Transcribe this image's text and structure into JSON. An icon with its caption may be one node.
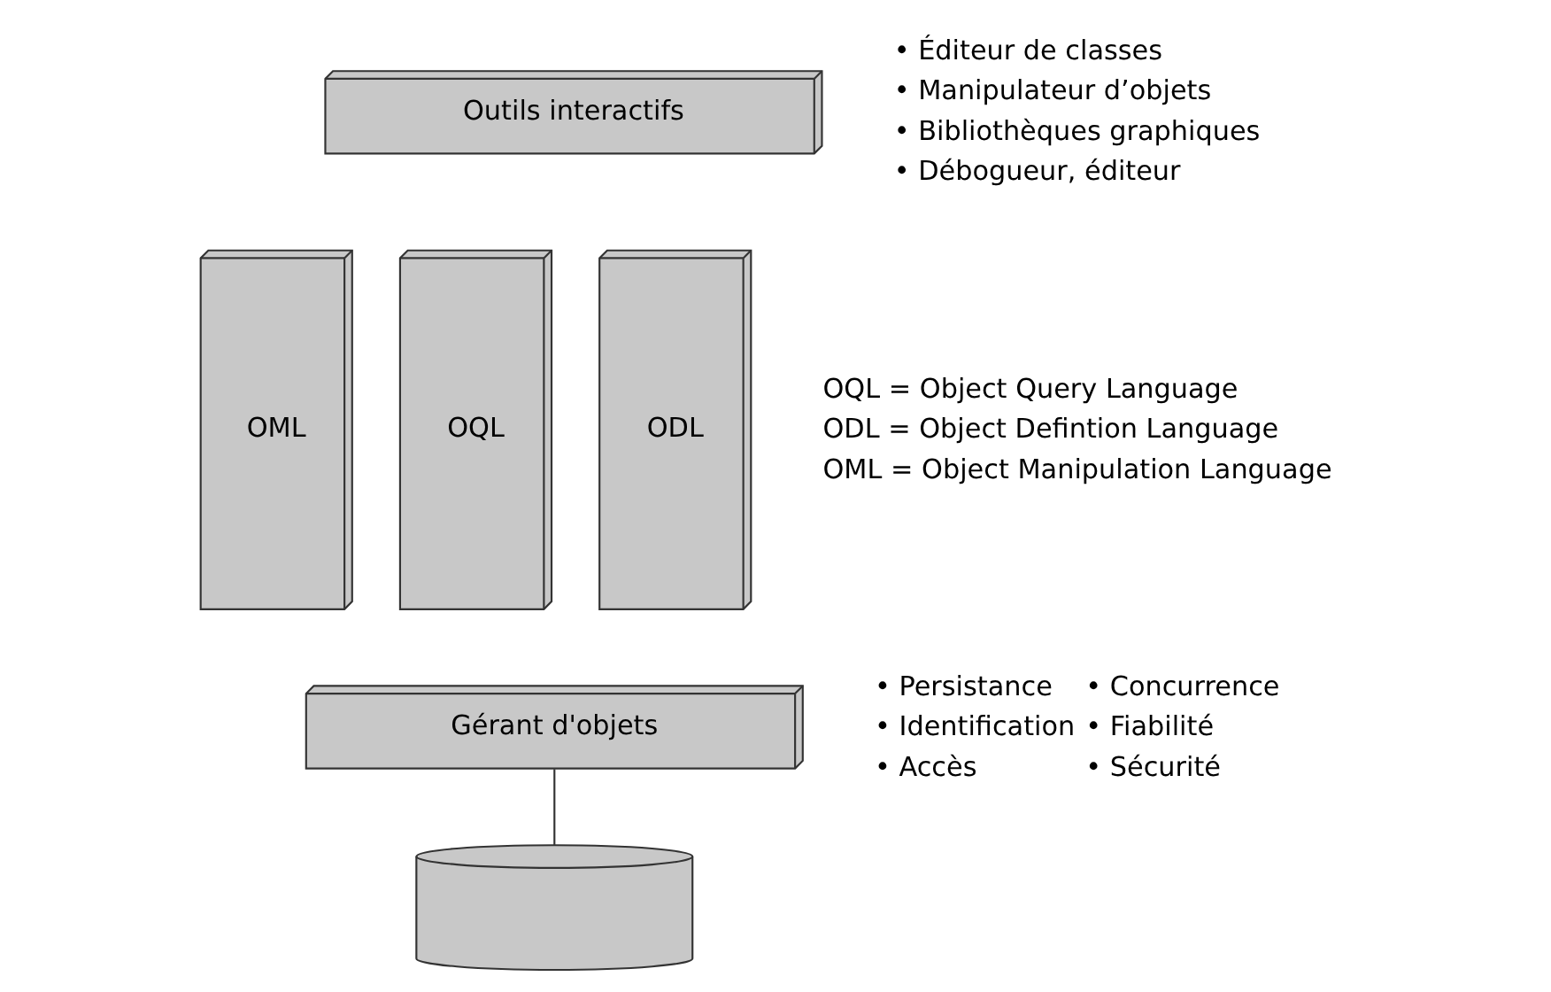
{
  "diagram": {
    "nodes": [
      {
        "text": [
          "Outils interactifs"
        ]
      },
      {
        "text": [
          "OML"
        ]
      },
      {
        "text": [
          "OQL"
        ]
      },
      {
        "text": [
          "ODL"
        ]
      },
      {
        "text": [
          "Gérant d'objets"
        ]
      },
      {
        "text": [],
        "shape": "cylinder"
      }
    ],
    "edges": [
      {
        "from": 4,
        "to": 5,
        "arrow": "none"
      }
    ],
    "labels": [
      "• Éditeur de classes",
      "• Manipulateur d’objets",
      "• Bibliothèques graphiques",
      "• Débogueur, éditeur",
      "OQL = Object Query Language",
      "ODL = Object Defintion Language",
      "OML = Object Manipulation Language",
      "• Persistance",
      "• Concurrence",
      "• Identification",
      "• Fiabilité",
      "• Accès",
      "• Sécurité"
    ]
  }
}
